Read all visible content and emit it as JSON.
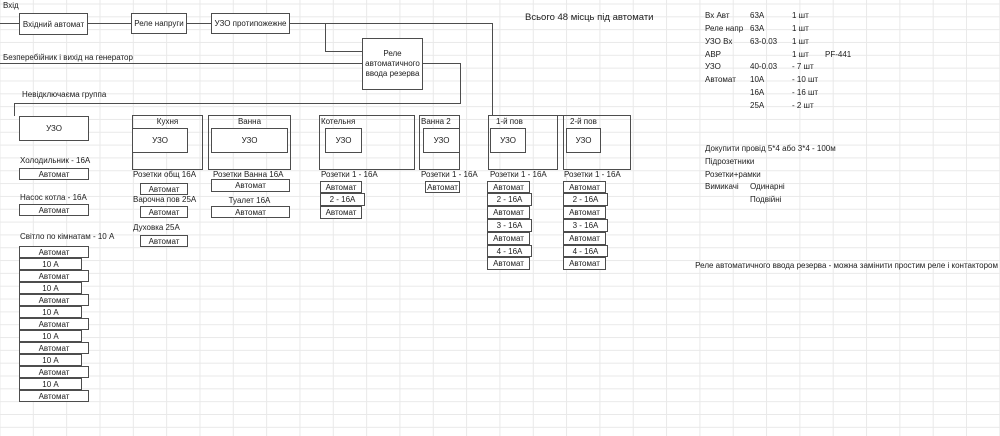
{
  "header": {
    "entry_label": "Вхід",
    "summary": "Всього 48 місць під автомати",
    "ups_line_label": "Безперебійник і вихід на генератор",
    "group_label": "Невідключаєма группа"
  },
  "top_devices": {
    "input_breaker": "Вхідний автомат",
    "voltage_relay": "Реле напруги",
    "fire_rcd": "УЗО протипожежне",
    "avr": "Реле автоматичного ввода резерва"
  },
  "left_column": {
    "uzo": "УЗО",
    "fridge_label": "Холодильник - 16А",
    "fridge_breaker": "Автомат",
    "pump_label": "Насос котла - 16А",
    "pump_breaker": "Автомат",
    "light_label": "Світло по кімнатам - 10 А",
    "light_stack": [
      "Автомат",
      "10 А",
      "Автомат",
      "10 А",
      "Автомат",
      "10 А",
      "Автомат",
      "10 А",
      "Автомат",
      "10 А",
      "Автомат",
      "10 А",
      "Автомат"
    ]
  },
  "kitchen": {
    "title": "Кухня",
    "uzo": "УЗО",
    "c1_label": "Розетки общ 16А",
    "c1_breaker": "Автомат",
    "c2_label": "Варочна пов 25А",
    "c2_breaker": "Автомат",
    "c3_label": "Духовка 25А",
    "c3_breaker": "Автомат"
  },
  "bath": {
    "title": "Ванна",
    "uzo": "УЗО",
    "c1_label": "Розетки Ванна  16А",
    "c1_breaker": "Автомат",
    "c2_label": "Туалет  16А",
    "c2_breaker": "Автомат"
  },
  "boiler": {
    "title": "Котельня",
    "uzo": "УЗО",
    "c1_label": "Розетки 1 - 16А",
    "stack": [
      "Автомат",
      "2 -  16А",
      "Автомат"
    ]
  },
  "bath2": {
    "title": "Ванна 2",
    "uzo": "УЗО",
    "c1_label": "Розетки 1 - 16А",
    "c1_breaker": "Автомат"
  },
  "floor1": {
    "title": "1-й пов",
    "uzo": "УЗО",
    "c1_label": "Розетки 1 - 16А",
    "stack": [
      "Автомат",
      "2 - 16А",
      "Автомат",
      "3 - 16А",
      "Автомат",
      "4 - 16А",
      "Автомат"
    ]
  },
  "floor2": {
    "title": "2-й пов",
    "uzo": "УЗО",
    "c1_label": "Розетки 1 - 16А",
    "stack": [
      "Автомат",
      "2 - 16А",
      "Автомат",
      "3 - 16А",
      "Автомат",
      "4 - 16А",
      "Автомат"
    ]
  },
  "inventory": {
    "rows": [
      {
        "name": "Вх Авт",
        "spec": "63А",
        "qty": "1 шт",
        "note": ""
      },
      {
        "name": "Реле напр",
        "spec": "63А",
        "qty": "1 шт",
        "note": ""
      },
      {
        "name": "УЗО Вх",
        "spec": "63-0.03",
        "qty": "1 шт",
        "note": ""
      },
      {
        "name": "АВР",
        "spec": "",
        "qty": "1 шт",
        "note": "PF-441"
      },
      {
        "name": "УЗО",
        "spec": "40-0.03",
        "qty": "- 7 шт",
        "note": ""
      },
      {
        "name": "Автомат",
        "spec": "10А",
        "qty": "- 10 шт",
        "note": ""
      },
      {
        "name": "",
        "spec": "16А",
        "qty": "- 16 шт",
        "note": ""
      },
      {
        "name": "",
        "spec": "25А",
        "qty": "- 2 шт",
        "note": ""
      }
    ]
  },
  "shopping": {
    "line1": "Докупити провід 5*4 або 3*4 - 100м",
    "line2": "Підрозетники",
    "line3": "Розетки+рамки",
    "line4_a": "Вимикачі",
    "line4_b": "Одинарні",
    "line5_b": "Подвійні"
  },
  "bottom_note": "Реле автоматичного ввода резерва - можна замінити простим реле і контактором"
}
